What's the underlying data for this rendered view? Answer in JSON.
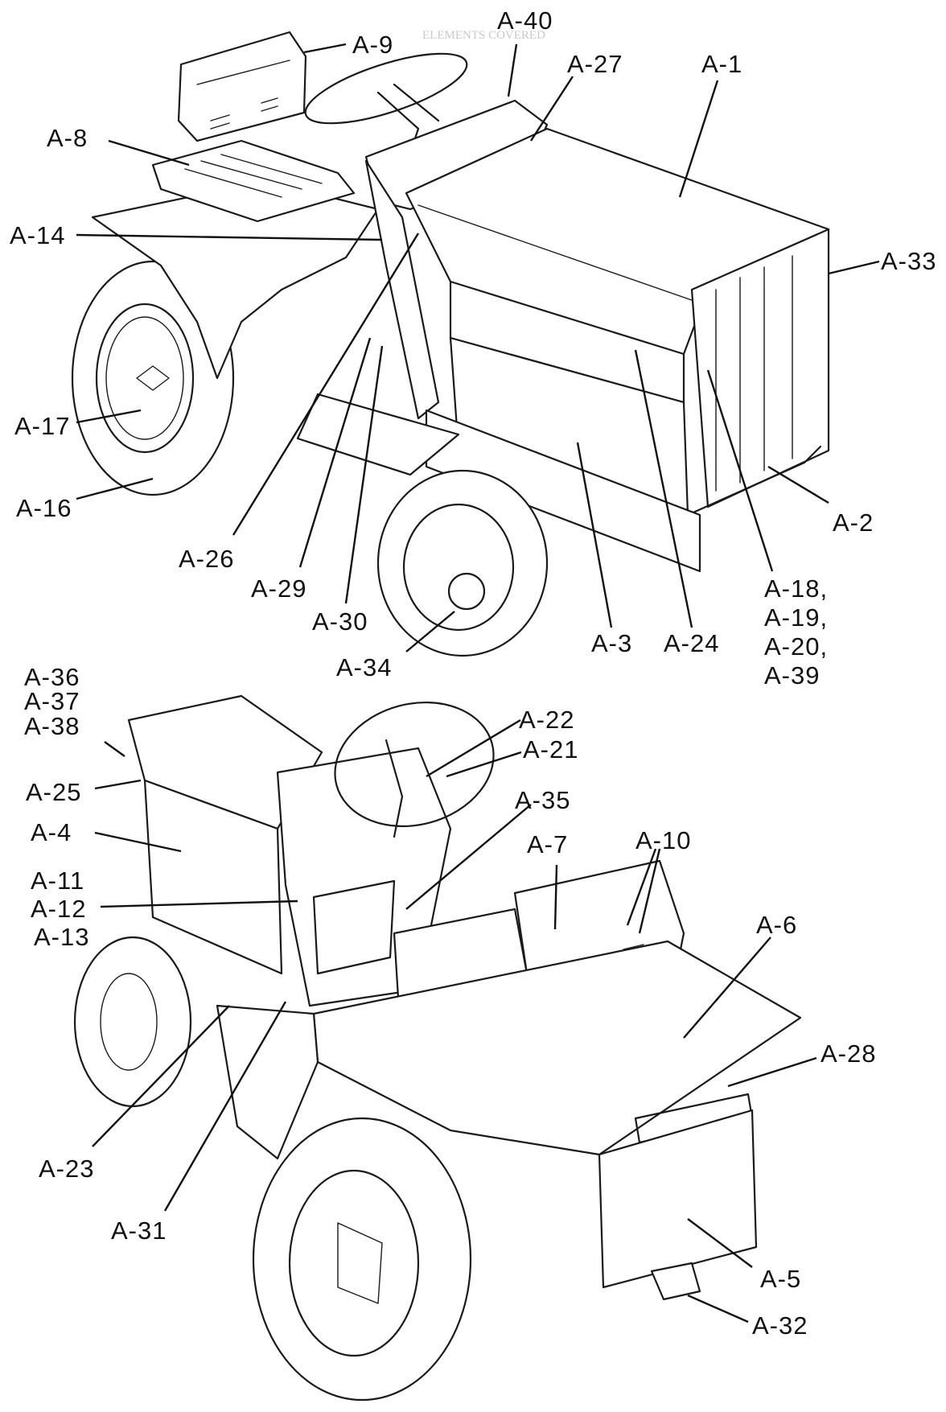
{
  "ghost_text": {
    "header": "ELEMENTS COVERED"
  },
  "callouts": {
    "a40": "A-40",
    "a27": "A-27",
    "a1": "A-1",
    "a9": "A-9",
    "a8": "A-8",
    "a14": "A-14",
    "a33": "A-33",
    "a17": "A-17",
    "a16": "A-16",
    "a2": "A-2",
    "a26": "A-26",
    "a29": "A-29",
    "a30": "A-30",
    "a34": "A-34",
    "a3": "A-3",
    "a24": "A-24",
    "a18": "A-18,",
    "a19": "A-19,",
    "a20": "A-20,",
    "a39": "A-39",
    "a36": "A-36",
    "a37": "A-37",
    "a38": "A-38",
    "a22": "A-22",
    "a21": "A-21",
    "a25": "A-25",
    "a35": "A-35",
    "a4": "A-4",
    "a7": "A-7",
    "a10": "A-10",
    "a11": "A-11",
    "a12": "A-12",
    "a13": "A-13",
    "a6": "A-6",
    "a28": "A-28",
    "a23": "A-23",
    "a31": "A-31",
    "a5": "A-5",
    "a32": "A-32"
  }
}
